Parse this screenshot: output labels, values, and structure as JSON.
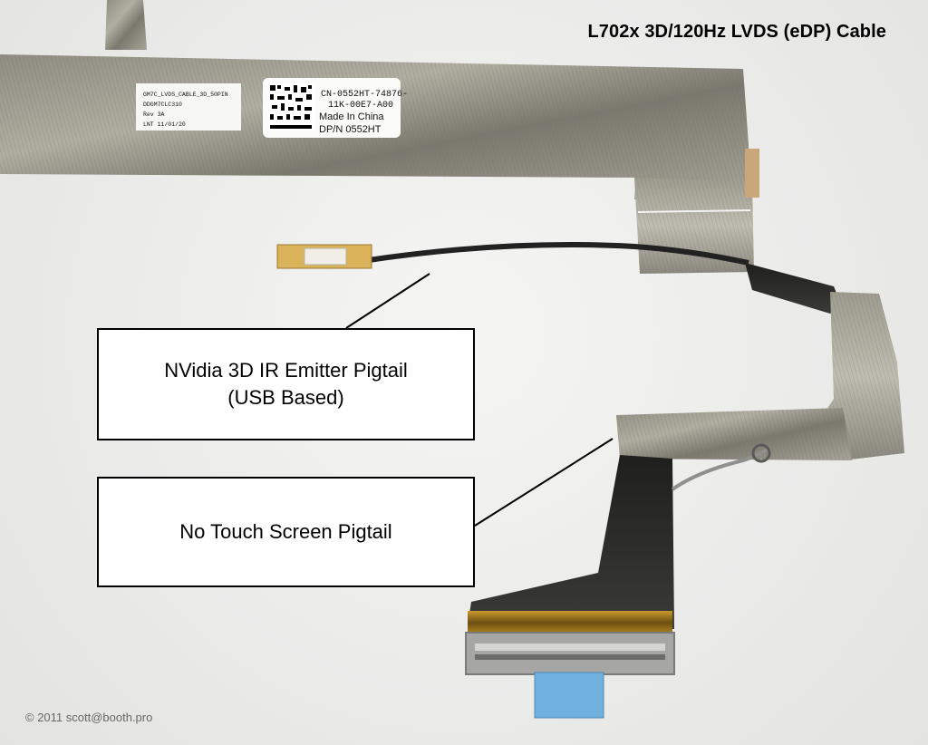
{
  "title": "L702x 3D/120Hz LVDS (eDP) Cable",
  "callouts": {
    "ir_emitter": {
      "line1": "NVidia 3D IR Emitter Pigtail",
      "line2": "(USB Based)"
    },
    "touch_screen": {
      "label": "No Touch Screen Pigtail"
    }
  },
  "cable_label_small": {
    "line1": "GM7C_LVDS_CABLE_3D_50PIN",
    "line2": "DDGM7CLC310",
    "line3": "Rev 3A",
    "line4": "LNT 11/01/20"
  },
  "cable_label_main": {
    "line1": "CN-0552HT-74876-",
    "line2": "11K-00E7-A00",
    "line3": "Made In China",
    "line4": "DP/N 0552HT"
  },
  "copyright": "© 2011 scott@booth.pro"
}
